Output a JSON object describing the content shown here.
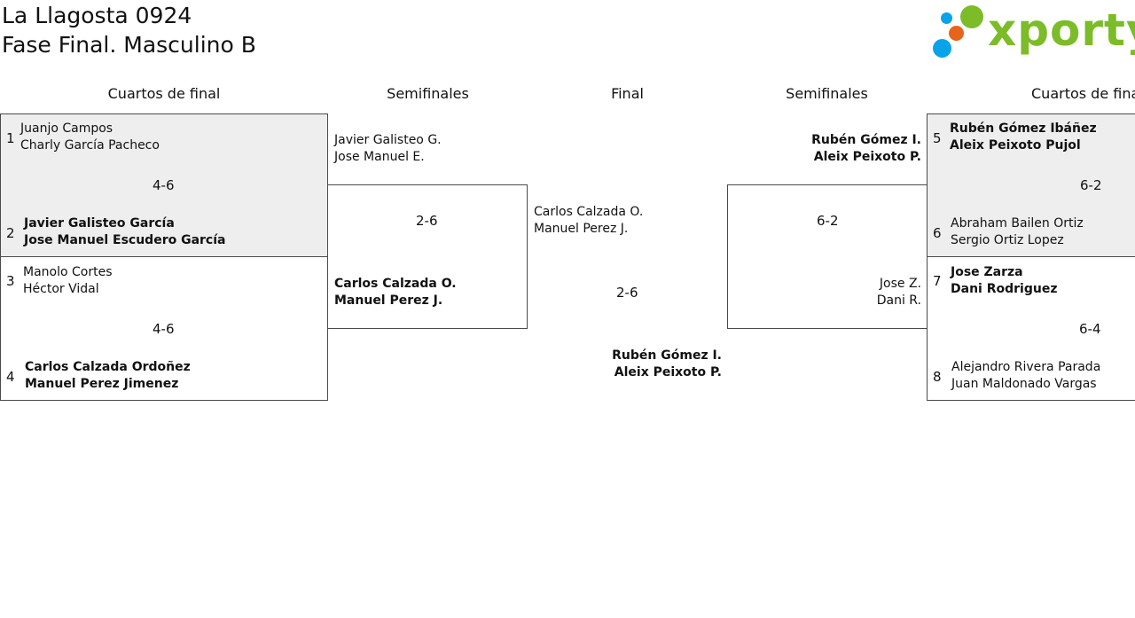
{
  "header": {
    "title": "La Llagosta 0924",
    "subtitle": "Fase Final. Masculino B",
    "logo_text": "xporty",
    "logo_colors": [
      "#0aa3e8",
      "#e8641a",
      "#7cbc28"
    ]
  },
  "rounds": {
    "left_quarter": "Cuartos de final",
    "left_semi": "Semifinales",
    "final": "Final",
    "right_semi": "Semifinales",
    "right_quarter": "Cuartos de final"
  },
  "quarters": [
    {
      "seed_a": "1",
      "pair_a": [
        "Juanjo Campos",
        "Charly García Pacheco"
      ],
      "score": "4-6",
      "seed_b": "2",
      "pair_b": [
        "Javier Galisteo García",
        "Jose Manuel Escudero García"
      ],
      "winner": "b"
    },
    {
      "seed_a": "3",
      "pair_a": [
        "Manolo Cortes",
        "Héctor Vidal"
      ],
      "score": "4-6",
      "seed_b": "4",
      "pair_b": [
        "Carlos Calzada Ordoñez",
        "Manuel Perez Jimenez"
      ],
      "winner": "b"
    },
    {
      "seed_a": "5",
      "pair_a": [
        "Rubén Gómez Ibáñez",
        "Aleix Peixoto Pujol"
      ],
      "score": "6-2",
      "seed_b": "6",
      "pair_b": [
        "Abraham Bailen Ortiz",
        "Sergio Ortiz Lopez"
      ],
      "winner": "a"
    },
    {
      "seed_a": "7",
      "pair_a": [
        "Jose Zarza",
        "Dani Rodriguez"
      ],
      "score": "6-4",
      "seed_b": "8",
      "pair_b": [
        "Alejandro Rivera Parada",
        "Juan Maldonado Vargas"
      ],
      "winner": "a"
    }
  ],
  "semis": [
    {
      "pair_a": [
        "Javier Galisteo G.",
        "Jose Manuel E."
      ],
      "score": "2-6",
      "pair_b": [
        "Carlos Calzada O.",
        "Manuel Perez J."
      ],
      "winner": "b"
    },
    {
      "pair_a": [
        "Rubén Gómez I.",
        "Aleix Peixoto P."
      ],
      "score": "6-2",
      "pair_b": [
        "Jose Z.",
        "Dani R."
      ],
      "winner": "a"
    }
  ],
  "final": {
    "pair_a": [
      "Carlos Calzada O.",
      "Manuel Perez J."
    ],
    "score": "2-6",
    "pair_b": [
      "Rubén Gómez I.",
      "Aleix Peixoto P."
    ],
    "winner": "b"
  }
}
